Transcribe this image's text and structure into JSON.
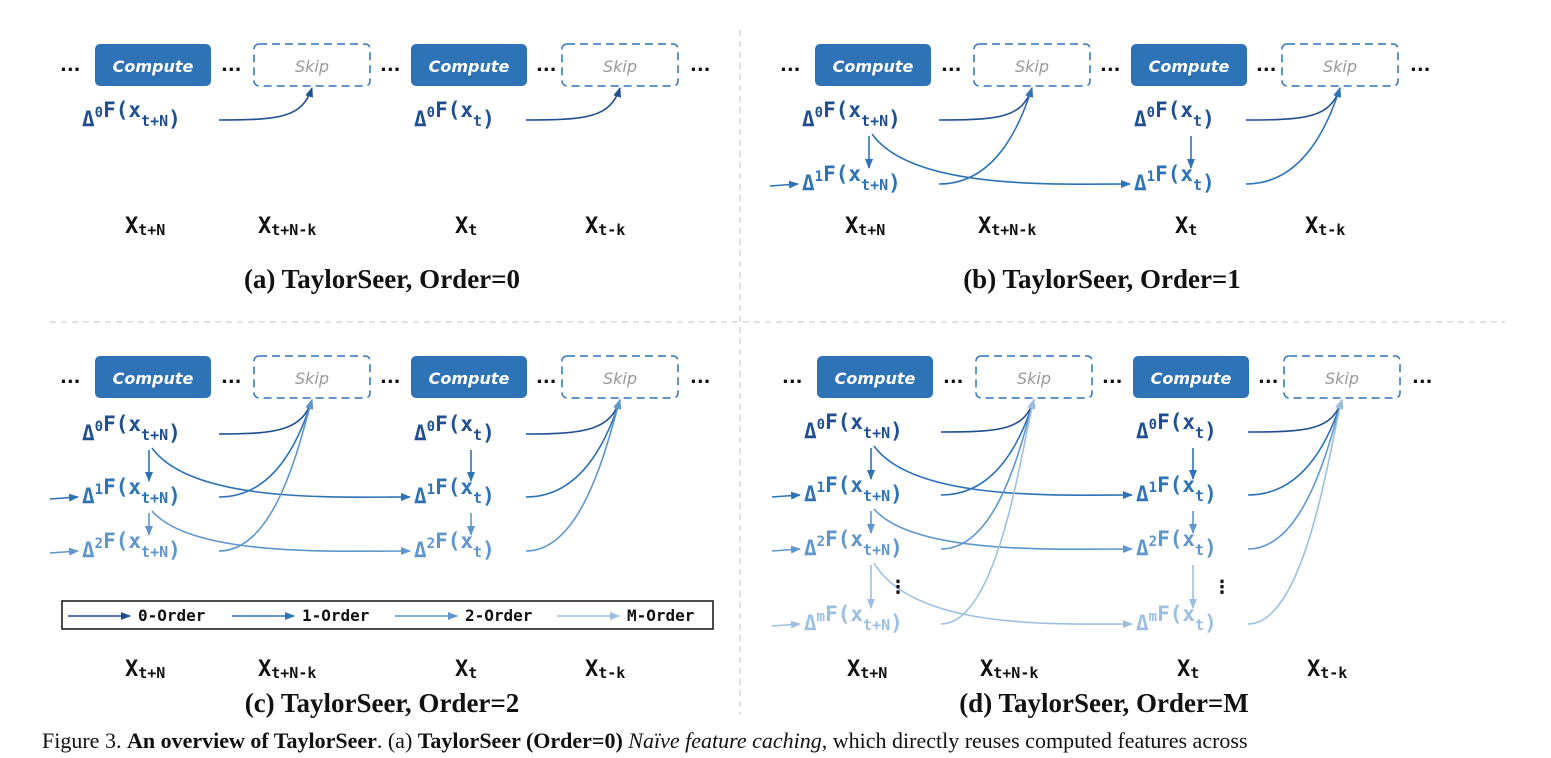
{
  "colors": {
    "order0": "#1f4e91",
    "order1": "#2e73b6",
    "order2": "#5f97cc",
    "orderM": "#9dc0e2"
  },
  "labels": {
    "compute": "Compute",
    "skip": "Skip",
    "ellipsis": "...",
    "vdots": "⋮"
  },
  "timesteps": [
    {
      "main": "x",
      "sub": "t+N"
    },
    {
      "main": "x",
      "sub": "t+N-k"
    },
    {
      "main": "x",
      "sub": "t"
    },
    {
      "main": "x",
      "sub": "t-k"
    }
  ],
  "panels": [
    {
      "title": "(a) TaylorSeer, Order=0"
    },
    {
      "title": "(b) TaylorSeer, Order=1"
    },
    {
      "title": "(c) TaylorSeer, Order=2"
    },
    {
      "title": "(d) TaylorSeer, Order=M"
    }
  ],
  "terms": {
    "delta": "Δ",
    "F_open": "F(",
    "x": "x",
    "close": ")",
    "sub_tN": "t+N",
    "sub_t": "t",
    "orders": [
      "0",
      "1",
      "2",
      "m"
    ]
  },
  "legend": [
    {
      "label": "0-Order",
      "color": "#1f4e91"
    },
    {
      "label": "1-Order",
      "color": "#2e73b6"
    },
    {
      "label": "2-Order",
      "color": "#5f97cc"
    },
    {
      "label": "M-Order",
      "color": "#9dc0e2"
    }
  ],
  "caption": {
    "prefix": "Figure 3. ",
    "bold1": "An overview of TaylorSeer",
    "sep": ".    (a) ",
    "bold2": "TaylorSeer (Order=0)",
    "space": " ",
    "italic": "Naïve feature caching",
    "rest": ", which directly reuses computed features across"
  }
}
